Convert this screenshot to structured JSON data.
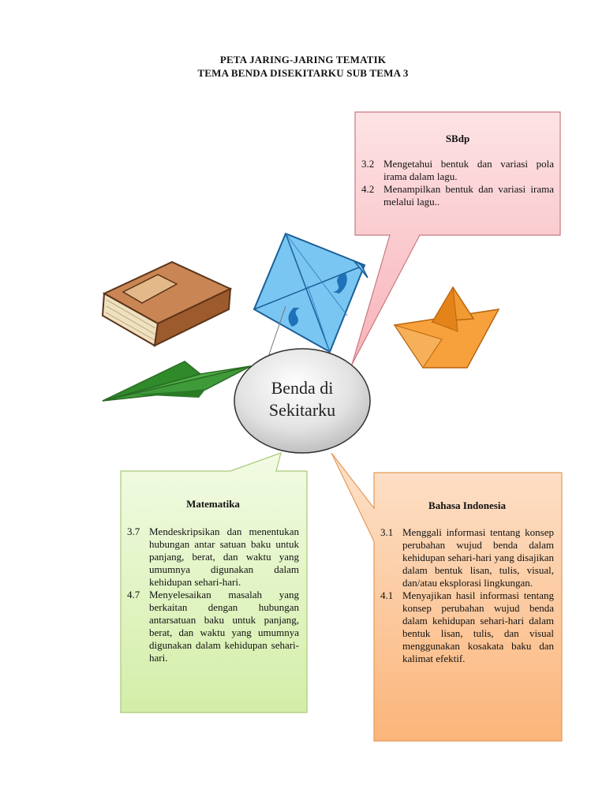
{
  "header": {
    "title_line1": "PETA JARING-JARING TEMATIK",
    "title_line2": "TEMA BENDA DISEKITARKU SUB TEMA 3"
  },
  "center": {
    "line1": "Benda di",
    "line2": "Sekitarku"
  },
  "sbdp": {
    "heading": "SBdp",
    "items": [
      {
        "num": "3.2",
        "text": "Mengetahui bentuk dan variasi pola irama dalam lagu."
      },
      {
        "num": "4.2",
        "text": "Menampilkan bentuk dan variasi irama melalui lagu.."
      }
    ]
  },
  "matematika": {
    "heading": "Matematika",
    "items": [
      {
        "num": "3.7",
        "text": "Mendeskripsikan dan menentukan hubungan antar satuan baku untuk panjang, berat, dan waktu yang umumnya digunakan dalam kehidupan sehari-hari."
      },
      {
        "num": "4.7",
        "text": "Menyelesaikan masalah yang berkaitan dengan hubungan antarsatuan baku untuk panjang, berat, dan waktu yang umumnya digunakan dalam kehidupan sehari-hari."
      }
    ]
  },
  "bahasa_indonesia": {
    "heading": "Bahasa Indonesia",
    "items": [
      {
        "num": "3.1",
        "text": "Menggali informasi tentang konsep perubahan wujud benda dalam kehidupan sehari-hari yang disajikan dalam bentuk lisan, tulis, visual, dan/atau eksplorasi lingkungan."
      },
      {
        "num": "4.1",
        "text": "Menyajikan hasil informasi tentang konsep perubahan wujud benda dalam kehidupan sehari-hari dalam bentuk lisan, tulis, dan visual menggunakan kosakata baku dan kalimat efektif."
      }
    ]
  },
  "colors": {
    "sbdp_fill": "#f9c2c6",
    "matematika_fill": "#e2f5c2",
    "bahasa_fill": "#fcc99c",
    "book": "#b86f3d",
    "kite": "#6ec1f0",
    "plane": "#3f9a3a",
    "boat": "#f19a32"
  },
  "illustrations": [
    "book-icon",
    "kite-icon",
    "paper-plane-icon",
    "paper-boat-icon"
  ]
}
